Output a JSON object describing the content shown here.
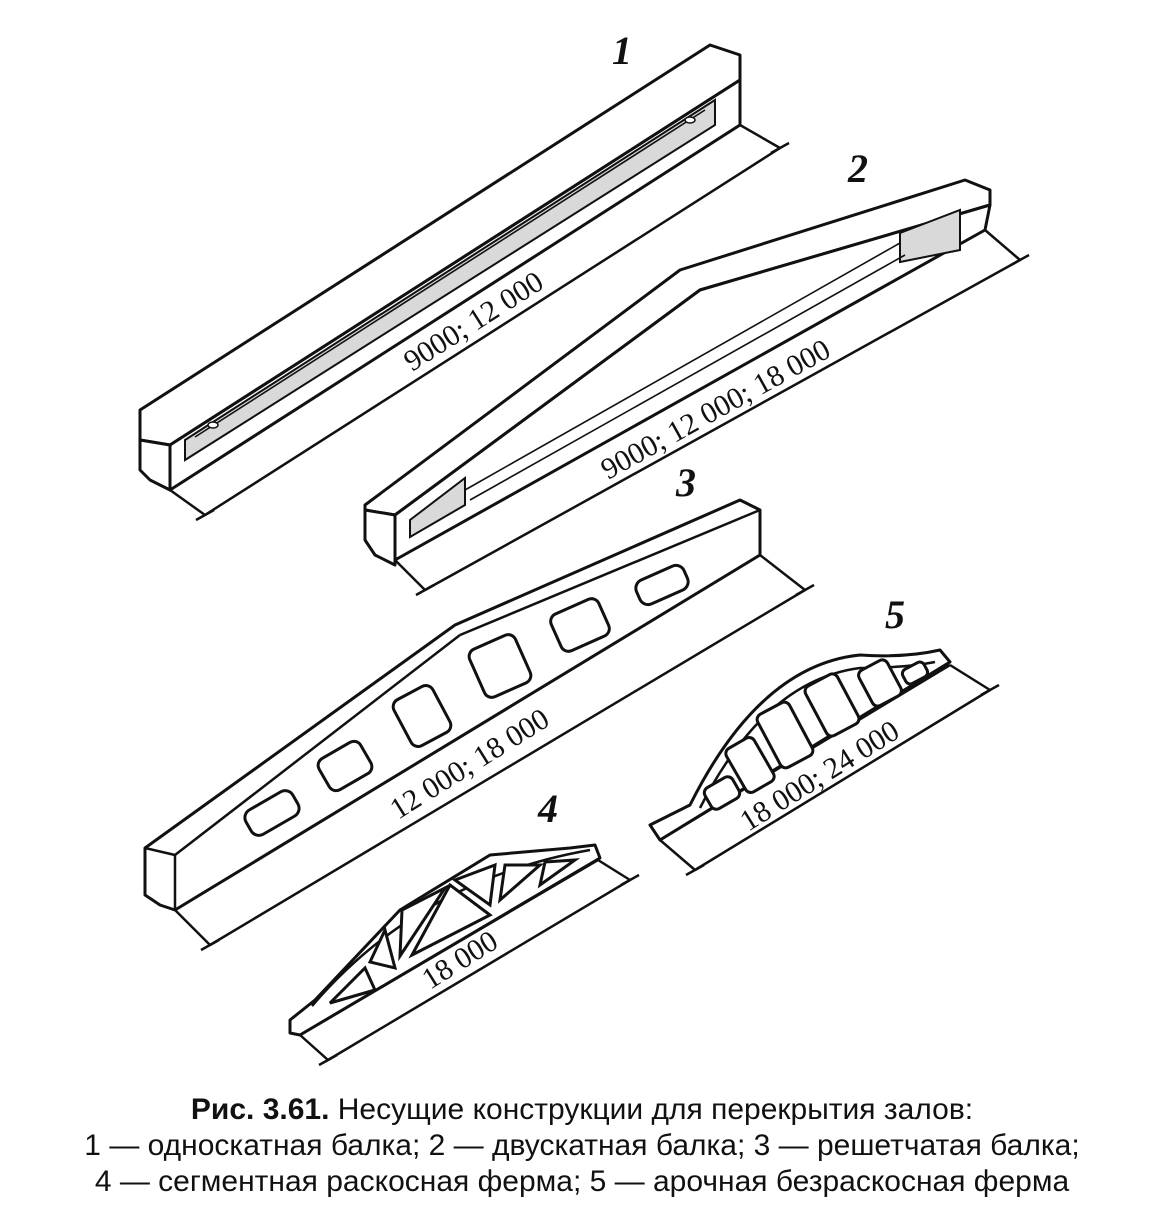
{
  "figure": {
    "items": [
      {
        "number": "1",
        "dimension": "9000; 12 000"
      },
      {
        "number": "2",
        "dimension": "9000; 12 000; 18 000"
      },
      {
        "number": "3",
        "dimension": "12 000; 18 000"
      },
      {
        "number": "4",
        "dimension": "18 000"
      },
      {
        "number": "5",
        "dimension": "18 000; 24 000"
      }
    ]
  },
  "caption": {
    "label": "Рис. 3.61.",
    "title": " Несущие конструкции для перекрытия залов:",
    "line2": "1 — односкатная балка; 2 — двускатная балка; 3 — решетчатая балка;",
    "line3": "4 — сегментная раскосная ферма; 5 — арочная безраскосная ферма"
  }
}
